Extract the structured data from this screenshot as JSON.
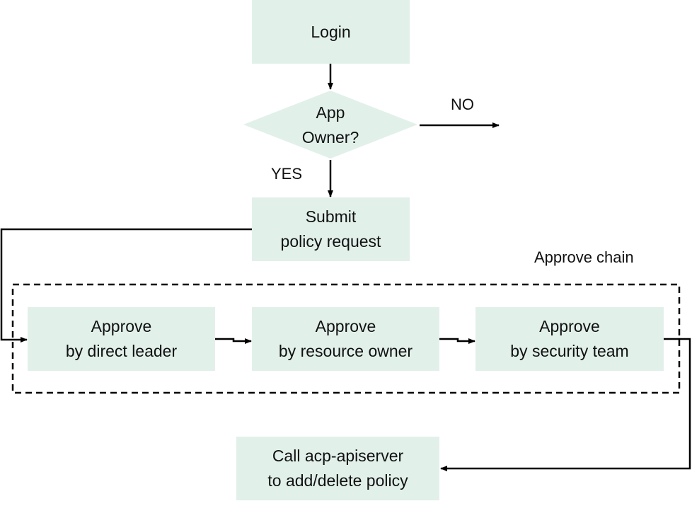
{
  "nodes": {
    "login": {
      "text": "Login"
    },
    "app_owner": {
      "line1": "App",
      "line2": "Owner?"
    },
    "submit": {
      "line1": "Submit",
      "line2": "policy request"
    },
    "approve_leader": {
      "line1": "Approve",
      "line2": "by direct leader"
    },
    "approve_resource": {
      "line1": "Approve",
      "line2": "by resource owner"
    },
    "approve_security": {
      "line1": "Approve",
      "line2": "by security team"
    },
    "call_api": {
      "line1": "Call acp-apiserver",
      "line2": "to add/delete policy"
    }
  },
  "labels": {
    "no": "NO",
    "yes": "YES",
    "approve_chain": "Approve chain"
  },
  "colors": {
    "box_fill": "#e2f0ea",
    "line": "#000000"
  }
}
